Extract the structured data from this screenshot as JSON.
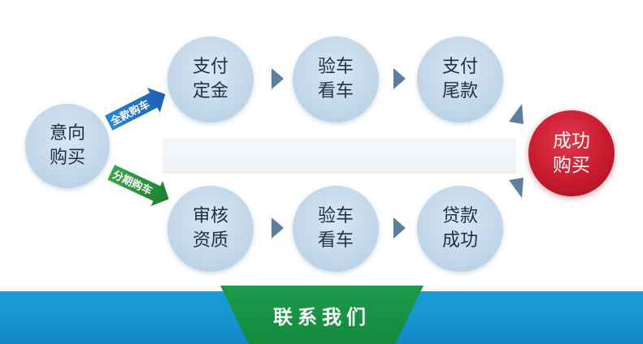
{
  "start_node": {
    "line1": "意向",
    "line2": "购买"
  },
  "top_branch": {
    "arrow_label": "全款购车",
    "steps": [
      {
        "line1": "支付",
        "line2": "定金"
      },
      {
        "line1": "验车",
        "line2": "看车"
      },
      {
        "line1": "支付",
        "line2": "尾款"
      }
    ]
  },
  "bottom_branch": {
    "arrow_label": "分期购车",
    "steps": [
      {
        "line1": "审核",
        "line2": "资质"
      },
      {
        "line1": "验车",
        "line2": "看车"
      },
      {
        "line1": "贷款",
        "line2": "成功"
      }
    ]
  },
  "end_node": {
    "line1": "成功",
    "line2": "购买"
  },
  "footer": {
    "contact_label": "联系我们"
  },
  "colors": {
    "node_fill": "#c3d8ea",
    "end_fill": "#c81b2e",
    "top_arrow": "#1f6fbf",
    "bottom_arrow": "#1f8a35",
    "connector": "#5c7fa0",
    "footer_blue": "#1a9fd8",
    "footer_green": "#1d9a4a"
  }
}
